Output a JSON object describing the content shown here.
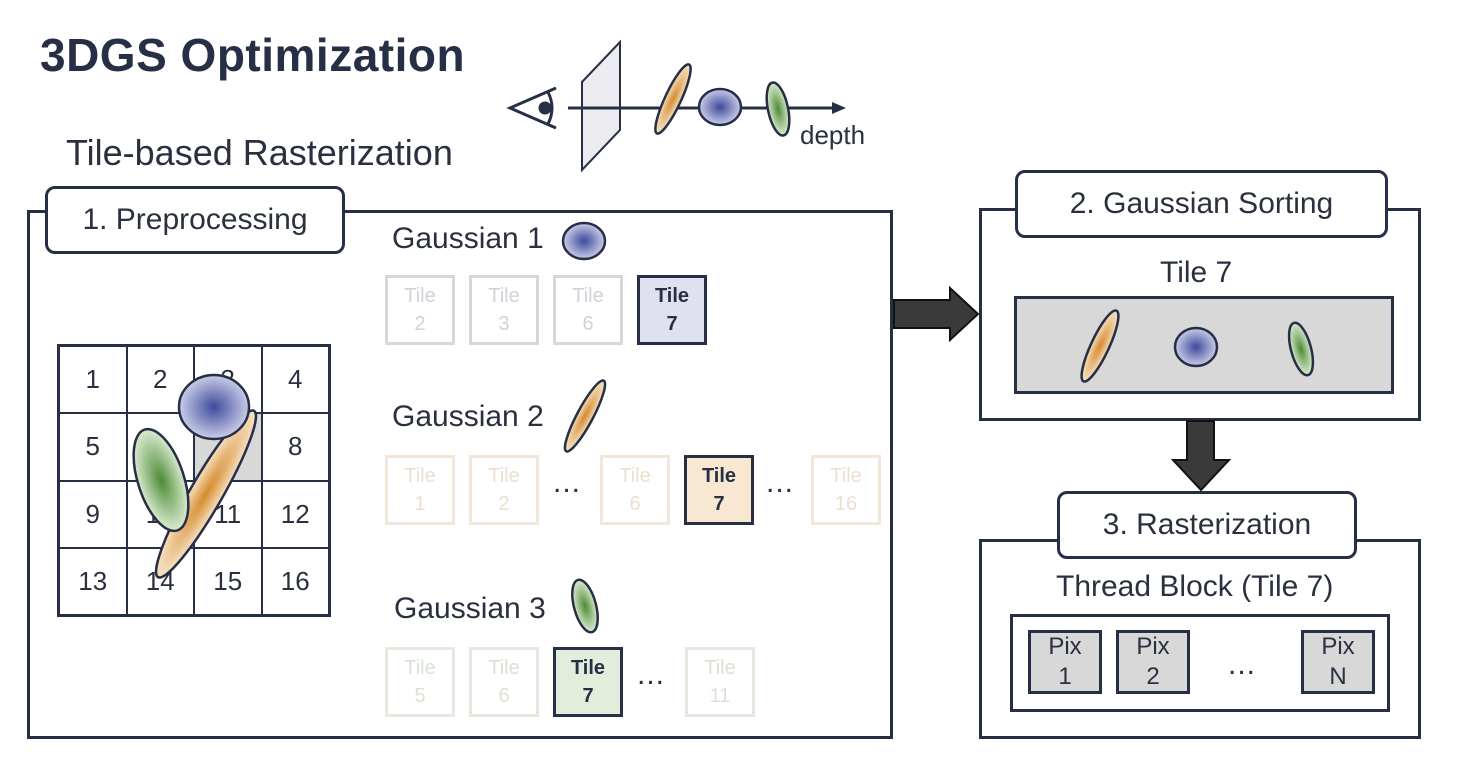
{
  "title": "3DGS Optimization",
  "subtitle": "Tile-based Rasterization",
  "depth_label": "depth",
  "preprocessing": {
    "tab": "1. Preprocessing",
    "grid_cells": [
      "1",
      "2",
      "3",
      "4",
      "5",
      "6",
      "7",
      "8",
      "9",
      "10",
      "11",
      "12",
      "13",
      "14",
      "15",
      "16"
    ],
    "highlight_cell": "7",
    "gaussians": [
      {
        "label": "Gaussian 1",
        "color": "#5a66b0",
        "tiles": [
          {
            "word": "Tile",
            "num": "2"
          },
          {
            "word": "Tile",
            "num": "3"
          },
          {
            "word": "Tile",
            "num": "6"
          },
          {
            "word": "Tile",
            "num": "7"
          }
        ],
        "ellipsis": ""
      },
      {
        "label": "Gaussian 2",
        "color": "#e1a24c",
        "tiles": [
          {
            "word": "Tile",
            "num": "1"
          },
          {
            "word": "Tile",
            "num": "2"
          },
          {
            "word": "Tile",
            "num": "6"
          },
          {
            "word": "Tile",
            "num": "7"
          },
          {
            "word": "Tile",
            "num": "16"
          }
        ],
        "ellipsis": "..."
      },
      {
        "label": "Gaussian 3",
        "color": "#6da654",
        "tiles": [
          {
            "word": "Tile",
            "num": "5"
          },
          {
            "word": "Tile",
            "num": "6"
          },
          {
            "word": "Tile",
            "num": "7"
          },
          {
            "word": "Tile",
            "num": "11"
          }
        ],
        "ellipsis": "..."
      }
    ]
  },
  "sorting": {
    "tab": "2. Gaussian Sorting",
    "label": "Tile 7"
  },
  "rasterization": {
    "tab": "3. Rasterization",
    "label": "Thread Block (Tile 7)",
    "pixels": [
      {
        "word": "Pix",
        "num": "1"
      },
      {
        "word": "Pix",
        "num": "2"
      },
      {
        "word": "Pix",
        "num": "N"
      }
    ],
    "ellipsis": "..."
  }
}
